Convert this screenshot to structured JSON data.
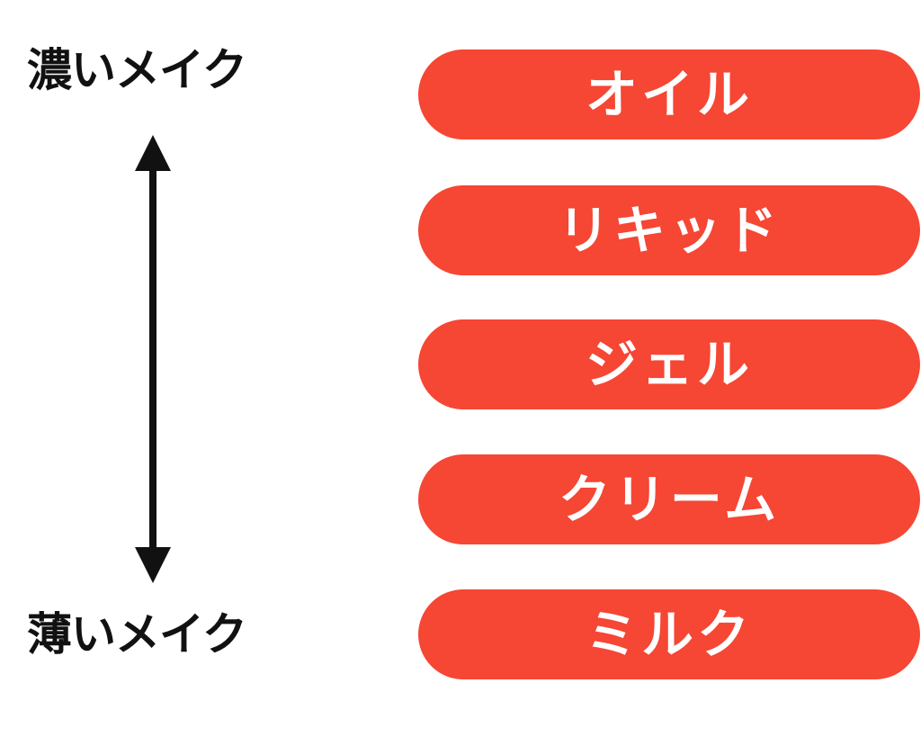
{
  "diagram": {
    "axis": {
      "top_label": "濃いメイク",
      "bottom_label": "薄いメイク",
      "arrow": "double-headed-vertical"
    },
    "items": [
      {
        "label": "オイル"
      },
      {
        "label": "リキッド"
      },
      {
        "label": "ジェル"
      },
      {
        "label": "クリーム"
      },
      {
        "label": "ミルク"
      }
    ],
    "colors": {
      "pill": "#f64634",
      "pill_text": "#ffffff",
      "axis_text": "#111111",
      "arrow": "#111111",
      "background": "#ffffff"
    }
  }
}
